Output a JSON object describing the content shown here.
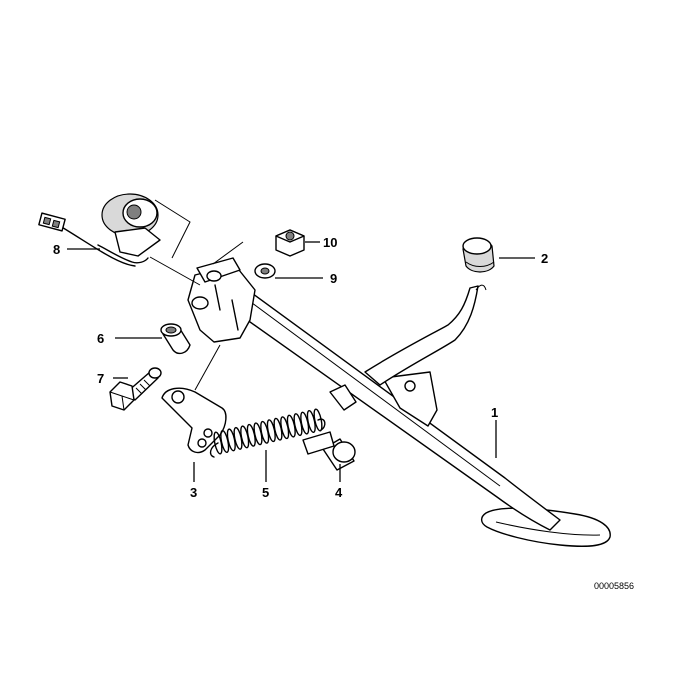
{
  "callouts": [
    {
      "id": "1",
      "label": "1"
    },
    {
      "id": "2",
      "label": "2"
    },
    {
      "id": "3",
      "label": "3"
    },
    {
      "id": "4",
      "label": "4"
    },
    {
      "id": "5",
      "label": "5"
    },
    {
      "id": "6",
      "label": "6"
    },
    {
      "id": "7",
      "label": "7"
    },
    {
      "id": "8",
      "label": "8"
    },
    {
      "id": "9",
      "label": "9"
    },
    {
      "id": "10",
      "label": "10"
    }
  ],
  "drawing_number": "00005856"
}
